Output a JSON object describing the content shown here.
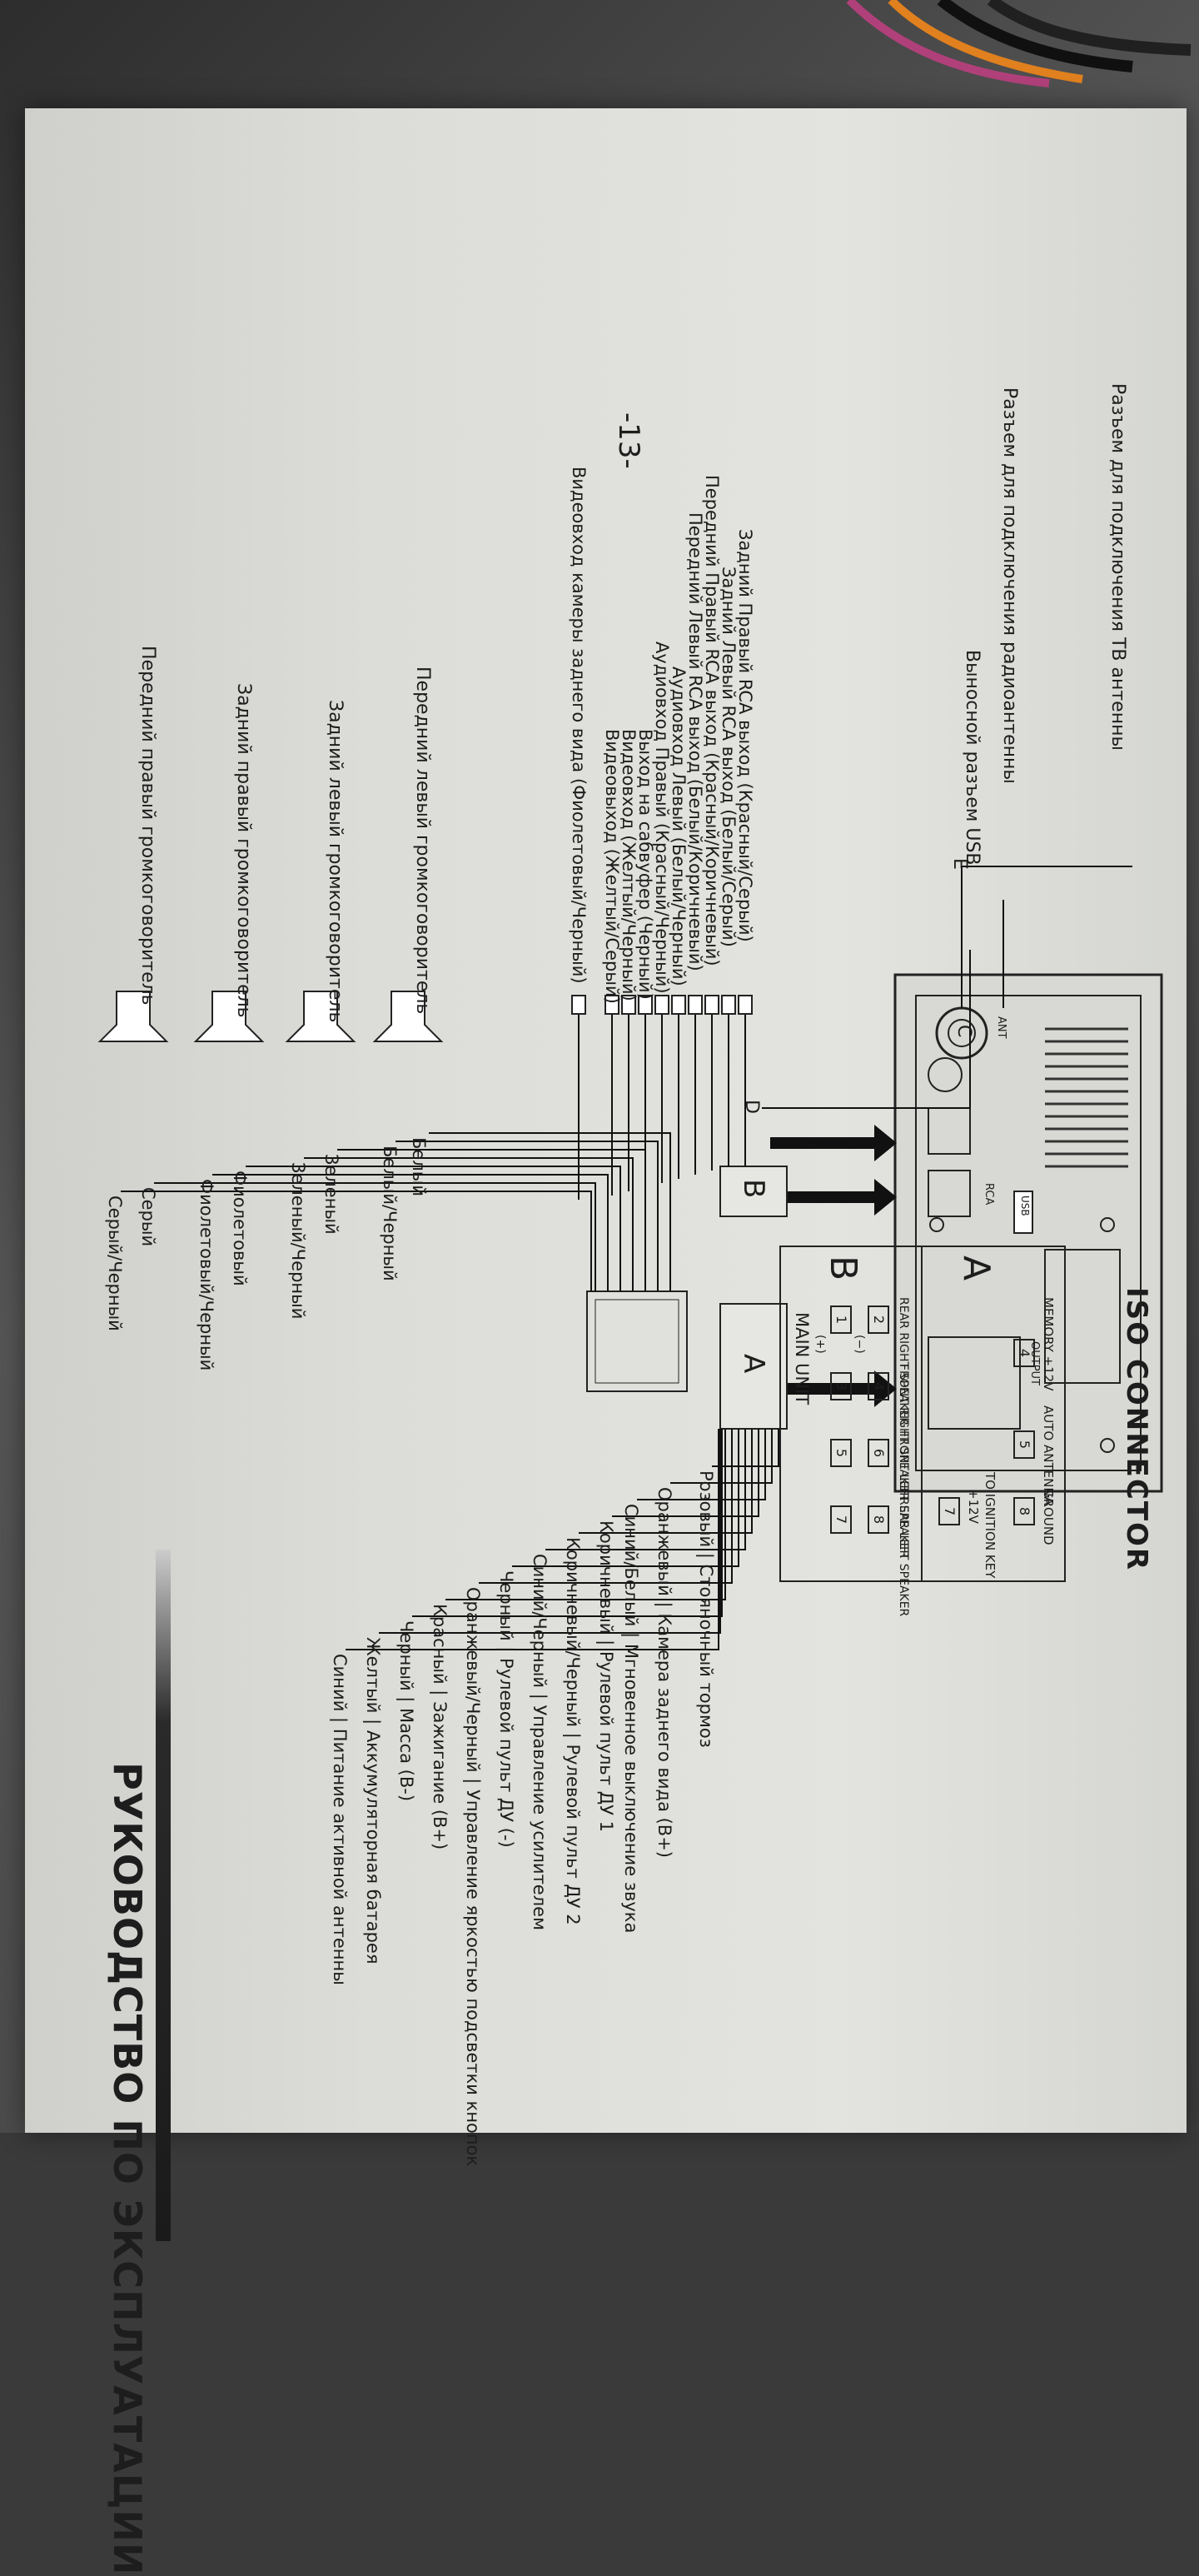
{
  "page": {
    "number": "-13-",
    "footer_title": "РУКОВОДСТВО ПО ЭКСПЛУАТАЦИИ"
  },
  "antenna_labels": {
    "tv_antenna": "Разъем для подключения ТВ антенны",
    "radio_antenna": "Разъем для подключения радиоантенны",
    "usb": "Выносной разъем USB"
  },
  "rca_labels": [
    "Задний Правый RCA выход (Красный/Серый)",
    "Задний Левый RCA выход (Белый/Серый)",
    "Передний Правый RCA выход (Красный/Коричневый)",
    "Передний Левый RCA выход (Белый/Коричневый)",
    "Аудиовход Левый (Белый/Черный)",
    "Аудиовход Правый (Красный/Черный)",
    "Выход на сабвуфер (Черный)",
    "Видеовход (Желтый/Черный)",
    "Видеовыход (Желтый/Серый)",
    "Видеовход камеры заднего вида (Фиолетовый/Черный)"
  ],
  "speakers": [
    "Передний левый громкоговоритель",
    "Задний левый громкоговоритель",
    "Задний правый громкоговоритель",
    "Передний правый громкоговоритель"
  ],
  "speaker_wires": [
    "Белый",
    "Белый/Черный",
    "Зеленый",
    "Зеленый/Черный",
    "Фиолетовый",
    "Фиолетовый/Черный",
    "Серый",
    "Серый/Черный"
  ],
  "connectors": {
    "a": "A",
    "b": "B",
    "d": "D",
    "e": "E",
    "c": "C",
    "main_unit": "MAIN UNIT",
    "ant": "ANT",
    "rca": "RCA",
    "output": "OUTPUT",
    "usb_glyph": "USB"
  },
  "harness_wires": [
    {
      "color": "Розовый",
      "function": "Стояночный тормоз"
    },
    {
      "color": "Оранжевый",
      "function": "Камера заднего вида (B+)"
    },
    {
      "color": "Синий/Белый",
      "function": "Мгновенное выключение звука"
    },
    {
      "color": "Коричневый",
      "function": "Рулевой пульт ДУ 1"
    },
    {
      "color": "Коричневый/Черный",
      "function": "Рулевой пульт ДУ 2"
    },
    {
      "color": "Синий/Черный",
      "function": "Управление усилителем"
    },
    {
      "color": "Черный",
      "function": "Рулевой пульт ДУ (-)"
    },
    {
      "color": "Оранжевый/Черный",
      "function": "Управление яркостью подсветки кнопок"
    },
    {
      "color": "Красный",
      "function": "Зажигание (B+)"
    },
    {
      "color": "Черный",
      "function": "Масса (B-)"
    },
    {
      "color": "Желтый",
      "function": "Аккумуляторная батарея"
    },
    {
      "color": "Синий",
      "function": "Питание активной антенны"
    }
  ],
  "iso": {
    "title": "ISO CONNECTOR",
    "a_label": "A",
    "b_label": "B",
    "memory": "MEMORY +12V",
    "auto_antenna": "AUTO ANTENNA",
    "ground": "GROUND",
    "ignition": "TO IGNITION KEY",
    "plus12": "+12V",
    "pin4": "4",
    "pin5": "5",
    "pin7": "7",
    "pin8": "8",
    "rear_right": "REAR RIGHT SPEAKER",
    "front_right": "FRONT RIGHT SPEAKER",
    "front_left": "FRONT LEFT SPEAKER",
    "rear_left": "REAR LEFT SPEAKER",
    "b_pins": [
      "2",
      "1",
      "4",
      "3",
      "6",
      "5",
      "8",
      "7"
    ],
    "minus": "(−)",
    "plus": "(+)"
  }
}
